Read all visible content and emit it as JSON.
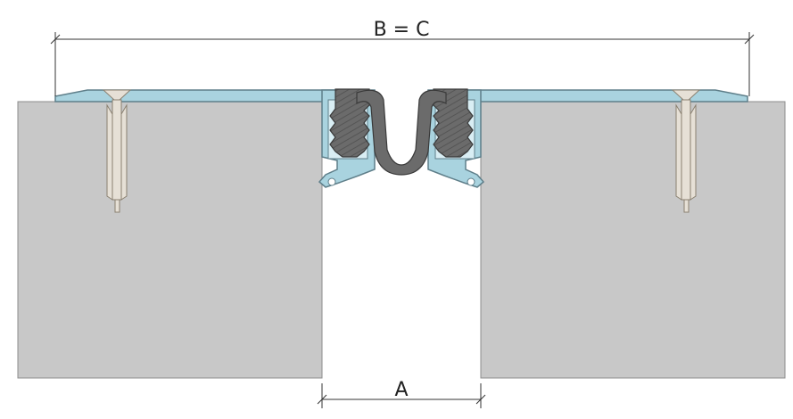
{
  "dimensions": {
    "overall_label": "B = C",
    "gap_label": "A"
  },
  "colors": {
    "concrete": "#c8c8c8",
    "concrete_edge": "#8c8c8c",
    "aluminium": "#a9d3df",
    "aluminium_edge": "#5f7f8a",
    "rubber": "#6b6b6b",
    "rubber_edge": "#3a3a3a",
    "anchor": "#e6e0d6",
    "anchor_edge": "#8a8070",
    "dim_line": "#333333"
  },
  "parts": [
    "left-slab",
    "right-slab",
    "left-cover-plate",
    "right-cover-plate",
    "rubber-insert",
    "left-anchor",
    "right-anchor"
  ]
}
